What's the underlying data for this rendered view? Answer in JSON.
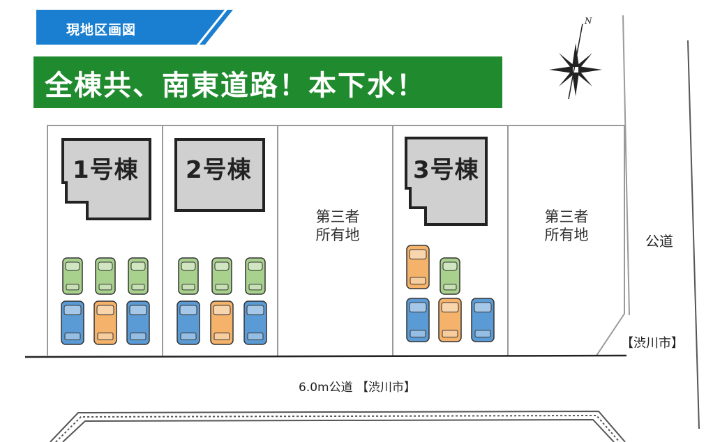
{
  "header": {
    "tag": "現地区画図",
    "headline": "全棟共、南東道路！本下水！"
  },
  "compass": {
    "north_label": "N"
  },
  "lots": [
    {
      "label": "1号棟"
    },
    {
      "label": "2号棟"
    },
    {
      "label": "3号棟"
    }
  ],
  "third_party": [
    {
      "line1": "第三者",
      "line2": "所有地"
    },
    {
      "line1": "第三者",
      "line2": "所有地"
    }
  ],
  "roads": {
    "south": "6.0m公道 【渋川市】",
    "east": "公道",
    "east_owner": "【渋川市】"
  },
  "colors": {
    "banner_blue": "#1a7fd0",
    "banner_green": "#1f8a2e",
    "car_green": "#a9d18e",
    "car_blue": "#5b9bd5",
    "car_orange": "#f4b26a",
    "building_fill": "#d0d0d0"
  }
}
